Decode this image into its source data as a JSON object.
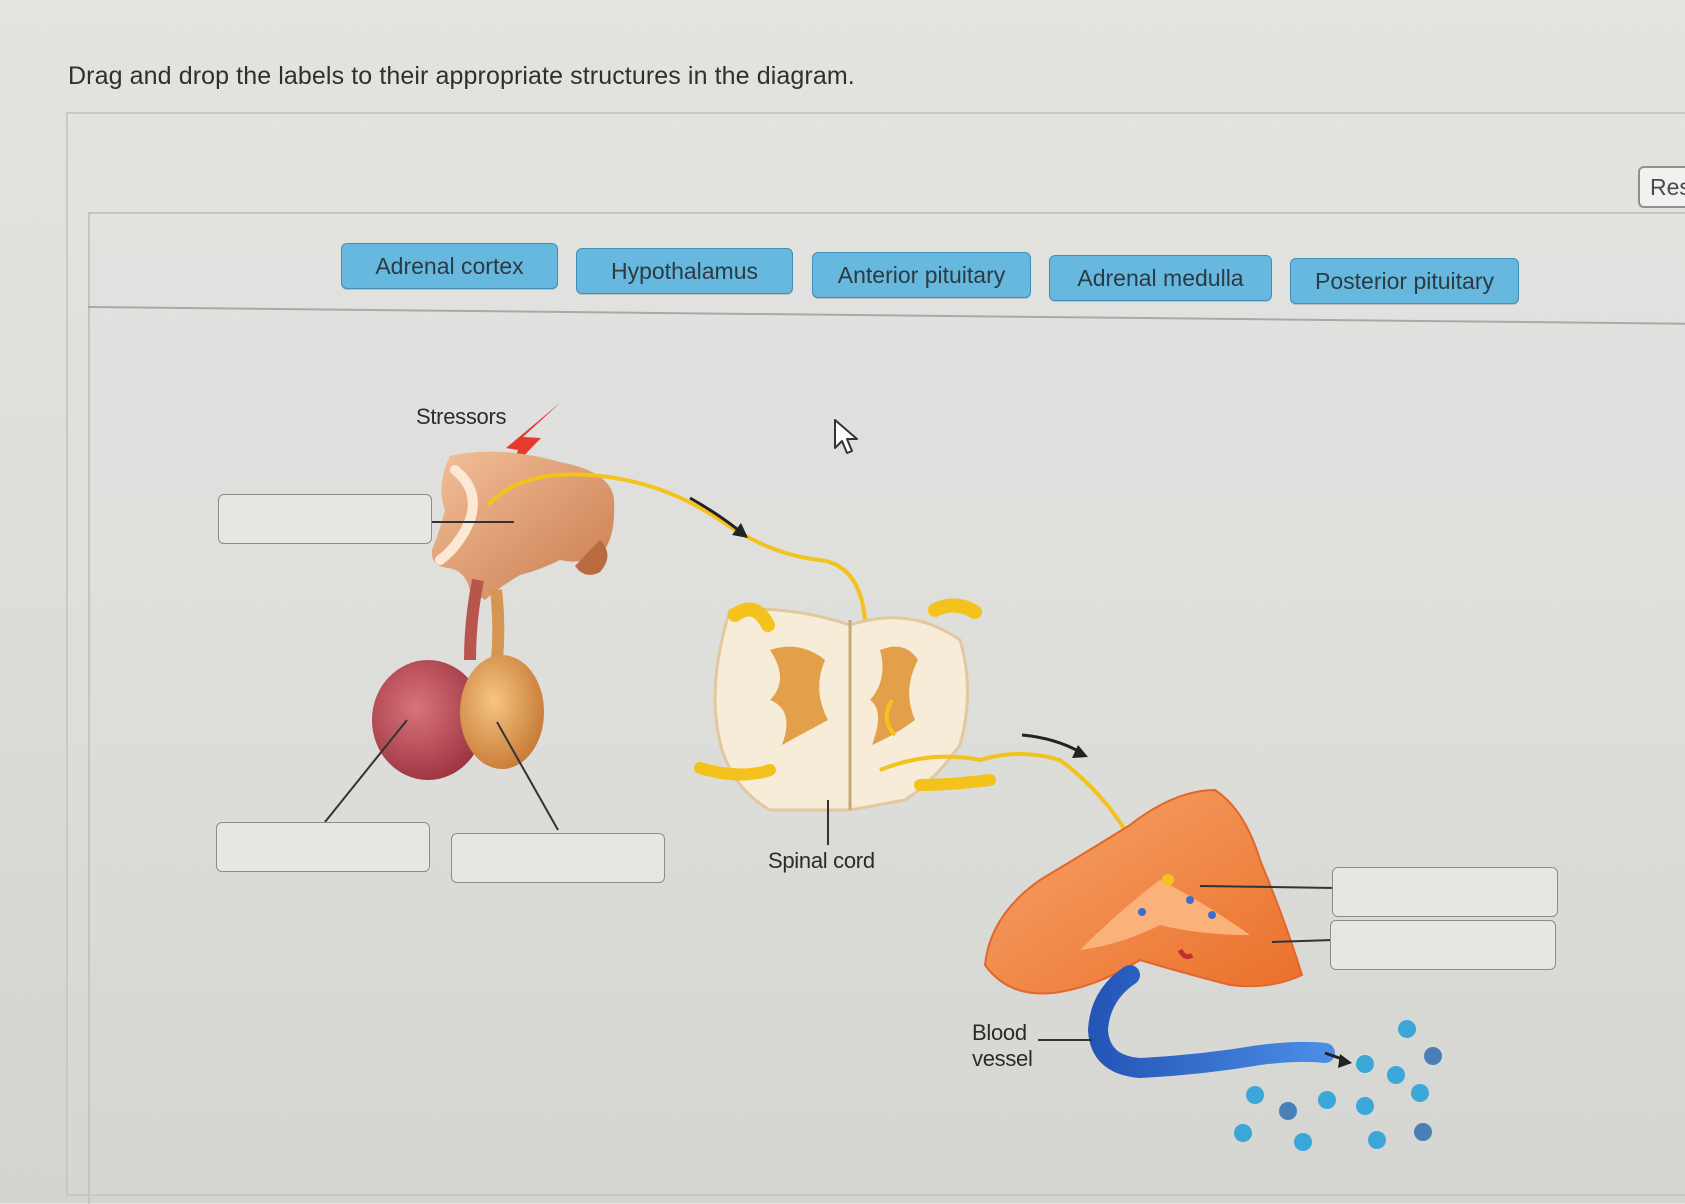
{
  "instruction": "Drag and drop the labels to their appropriate structures in the diagram.",
  "reset_button_label": "Res",
  "label_bank": [
    {
      "name": "Adrenal cortex"
    },
    {
      "name": "Hypothalamus"
    },
    {
      "name": "Anterior pituitary"
    },
    {
      "name": "Adrenal medulla"
    },
    {
      "name": "Posterior pituitary"
    }
  ],
  "diagram": {
    "stressors_label": "Stressors",
    "spinal_cord_label": "Spinal cord",
    "blood_vessel_label_line1": "Blood",
    "blood_vessel_label_line2": "vessel"
  },
  "colors": {
    "chip_fill": "#67b8de",
    "chip_border": "#3f8fb7",
    "dropzone_fill": "#e6e6e3",
    "nerve_yellow": "#f3c21c",
    "adrenal_orange": "#f28a3e",
    "blood_vessel_blue": "#2f6fd0"
  },
  "drop_targets_count": 5
}
